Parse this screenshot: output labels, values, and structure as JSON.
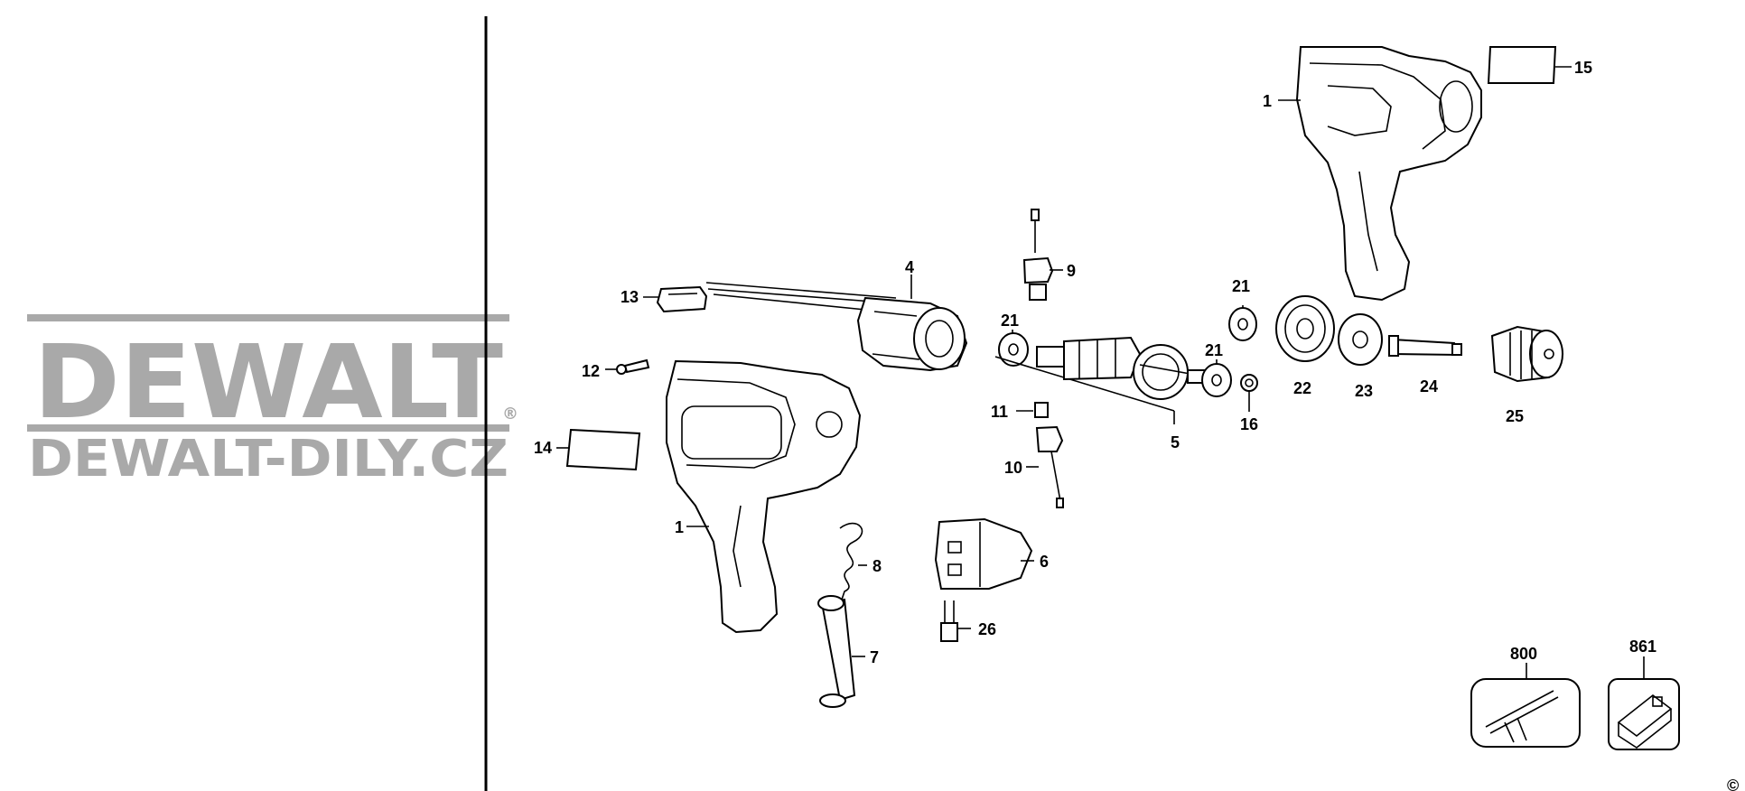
{
  "watermark": {
    "brand": "DEWALT",
    "site": "DEWALT-DILY.CZ",
    "registered_mark": "®",
    "color": "#a9a9a9"
  },
  "callouts": {
    "p1_top": "1",
    "p15": "15",
    "p4": "4",
    "p9": "9",
    "p13": "13",
    "p12": "12",
    "p14": "14",
    "p1_bottom": "1",
    "p21_a": "21",
    "p21_b": "21",
    "p21_c": "21",
    "p22": "22",
    "p23": "23",
    "p24": "24",
    "p25": "25",
    "p5": "5",
    "p16": "16",
    "p11": "11",
    "p10": "10",
    "p8": "8",
    "p6": "6",
    "p26": "26",
    "p7": "7",
    "p800": "800",
    "p861": "861"
  },
  "corner_mark": "©"
}
